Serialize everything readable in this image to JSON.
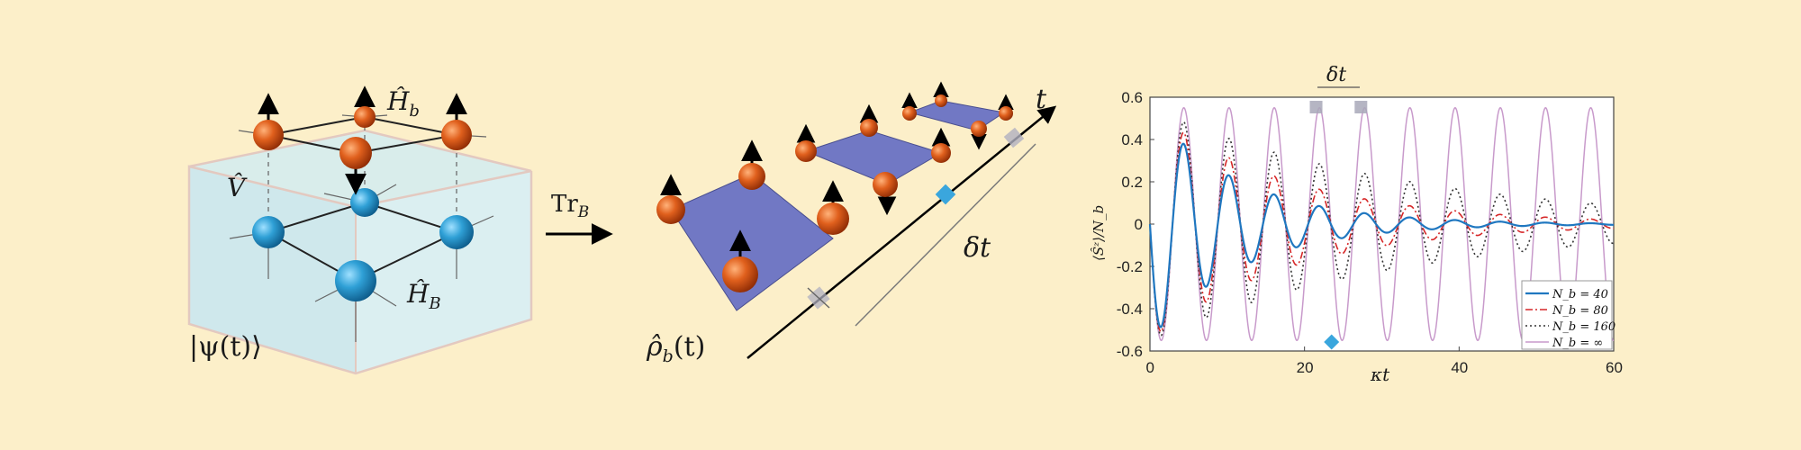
{
  "labels": {
    "h_b": "Ĥ",
    "h_b_sub": "b",
    "v": "V̂",
    "h_big": "Ĥ",
    "h_big_sub": "B",
    "psi": "|ψ(t)⟩",
    "trace_main": "Tr",
    "trace_sub": "B",
    "rho_main": "ρ̂",
    "rho_sub": "b",
    "rho_arg": "(t)",
    "t_axis": "t",
    "delta_t": "δt"
  },
  "colors": {
    "background": "#fcefc9",
    "orange_spin": "#d9581a",
    "blue_spin": "#2d9ad0",
    "plaquette": "#7178c4",
    "box_face": "#d5ecee"
  },
  "chart_data": {
    "type": "line",
    "title": "δt",
    "xlabel": "κt",
    "ylabel": "⟨Ŝᶻ⟩/N_b",
    "xlim": [
      0,
      60
    ],
    "ylim": [
      -0.6,
      0.6
    ],
    "xticks": [
      "0",
      "20",
      "40",
      "60"
    ],
    "yticks": [
      "0.6",
      "0.4",
      "0.2",
      "0",
      "-0.2",
      "-0.4",
      "-0.6"
    ],
    "period": 5.85,
    "series": [
      {
        "name": "N_b = 40",
        "color": "#1f77c0",
        "dash": "",
        "width": 2.2,
        "amp0": 0.55,
        "decay": 0.085,
        "floor": 0.0
      },
      {
        "name": "N_b = 80",
        "color": "#d62728",
        "dash": "8 3 2 3",
        "width": 1.6,
        "amp0": 0.55,
        "decay": 0.055,
        "floor": 0.0
      },
      {
        "name": "N_b = 160",
        "color": "#333333",
        "dash": "2 3",
        "width": 1.6,
        "amp0": 0.55,
        "decay": 0.03,
        "floor": 0.0
      },
      {
        "name": "N_b = ∞",
        "color": "#c89acb",
        "dash": "",
        "width": 1.5,
        "amp0": 0.55,
        "decay": 0.0,
        "floor": 0.0
      }
    ],
    "legend_position": "bottom-right",
    "markers": {
      "top_squares_x": [
        21.5,
        27.3
      ],
      "diamond_x": 23.5
    }
  }
}
